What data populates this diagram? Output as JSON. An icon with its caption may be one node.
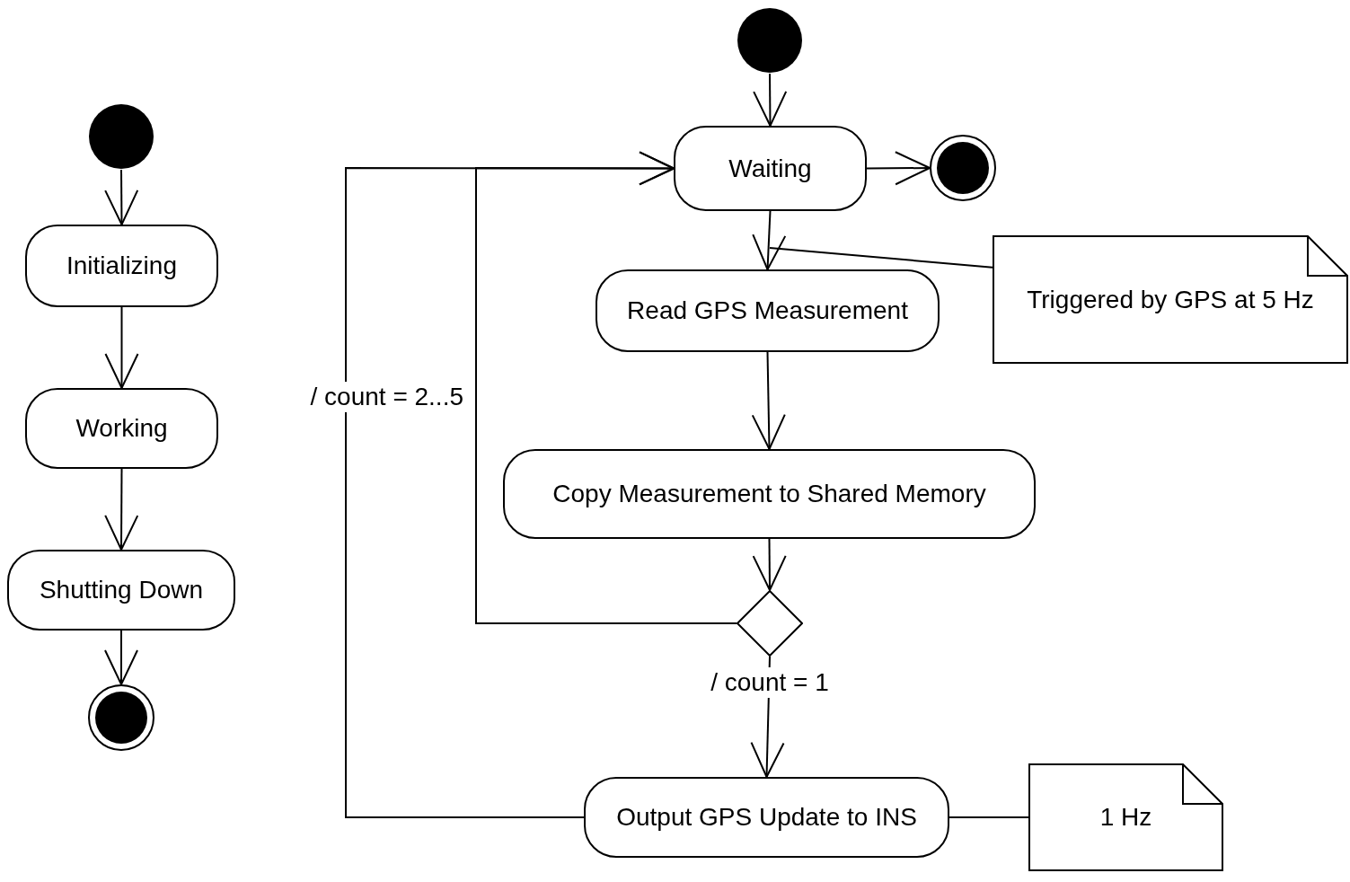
{
  "diagram": {
    "nodes": [
      {
        "text": [],
        "shape": "circle"
      },
      {
        "text": [
          "Initializing"
        ]
      },
      {
        "text": [
          "Working"
        ]
      },
      {
        "text": [
          "Shutting Down"
        ]
      },
      {
        "text": [],
        "shape": "bullseye"
      },
      {
        "text": [],
        "shape": "circle"
      },
      {
        "text": [
          "Waiting"
        ]
      },
      {
        "text": [],
        "shape": "bullseye"
      },
      {
        "text": [
          "Read GPS Measurement"
        ]
      },
      {
        "text": [
          "Triggered by GPS at 5 Hz"
        ]
      },
      {
        "text": [
          "Copy Measurement to Shared Memory"
        ]
      },
      {
        "text": [],
        "shape": "diamond"
      },
      {
        "text": [
          "Output GPS Update to INS"
        ]
      },
      {
        "text": [
          "1 Hz"
        ]
      }
    ],
    "edges": [
      {
        "from": 0,
        "to": 1,
        "arrow": "to"
      },
      {
        "from": 1,
        "to": 2,
        "arrow": "to"
      },
      {
        "from": 2,
        "to": 3,
        "arrow": "to"
      },
      {
        "from": 3,
        "to": 4,
        "arrow": "to"
      },
      {
        "from": 5,
        "to": 6,
        "arrow": "to"
      },
      {
        "from": 6,
        "to": 7,
        "arrow": "to"
      },
      {
        "from": 6,
        "to": 8,
        "arrow": "to"
      },
      {
        "from": 9,
        "to": null,
        "arrow": "none"
      },
      {
        "from": 8,
        "to": 10,
        "arrow": "to"
      },
      {
        "from": 10,
        "to": 11,
        "arrow": "to"
      },
      {
        "from": 11,
        "to": 6,
        "arrow": "to",
        "label": "/ count = 2...5"
      },
      {
        "from": 11,
        "to": 12,
        "arrow": "to",
        "label": "/ count = 1"
      },
      {
        "from": 12,
        "to": 6,
        "arrow": "to"
      },
      {
        "from": 12,
        "to": 13,
        "arrow": "none"
      }
    ]
  }
}
